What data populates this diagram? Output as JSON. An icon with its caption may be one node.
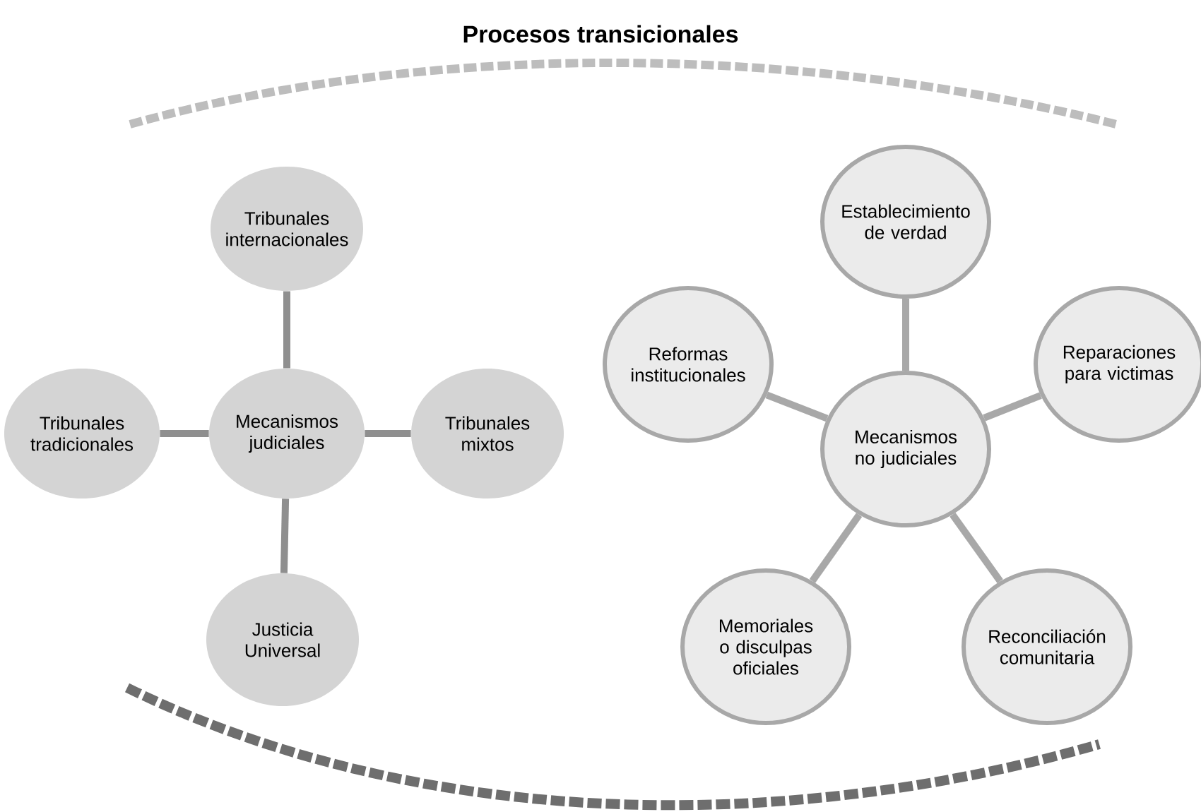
{
  "diagram": {
    "title": "Procesos transicionales",
    "nodes": [
      {
        "text": [
          "Tribunales internacionales"
        ]
      },
      {
        "text": [
          "Tribunales tradicionales"
        ]
      },
      {
        "text": [
          "Mecanismos judiciales"
        ]
      },
      {
        "text": [
          "Tribunales mixtos"
        ]
      },
      {
        "text": [
          "Justicia Universal"
        ]
      },
      {
        "text": [
          "Establecimiento de verdad"
        ]
      },
      {
        "text": [
          "Reformas institucionales"
        ]
      },
      {
        "text": [
          "Reparaciones para victimas"
        ]
      },
      {
        "text": [
          "Mecanismos no judiciales"
        ]
      },
      {
        "text": [
          "Memoriales o disculpas oficiales"
        ]
      },
      {
        "text": [
          "Reconciliación comunitaria"
        ]
      }
    ],
    "edges": [
      {
        "from": 2,
        "to": 0,
        "arrow": "none"
      },
      {
        "from": 2,
        "to": 1,
        "arrow": "none"
      },
      {
        "from": 2,
        "to": 3,
        "arrow": "none"
      },
      {
        "from": 2,
        "to": 4,
        "arrow": "none"
      },
      {
        "from": 8,
        "to": 5,
        "arrow": "none"
      },
      {
        "from": 8,
        "to": 6,
        "arrow": "none"
      },
      {
        "from": 8,
        "to": 7,
        "arrow": "none"
      },
      {
        "from": 8,
        "to": 9,
        "arrow": "none"
      },
      {
        "from": 8,
        "to": 10,
        "arrow": "none"
      }
    ]
  }
}
